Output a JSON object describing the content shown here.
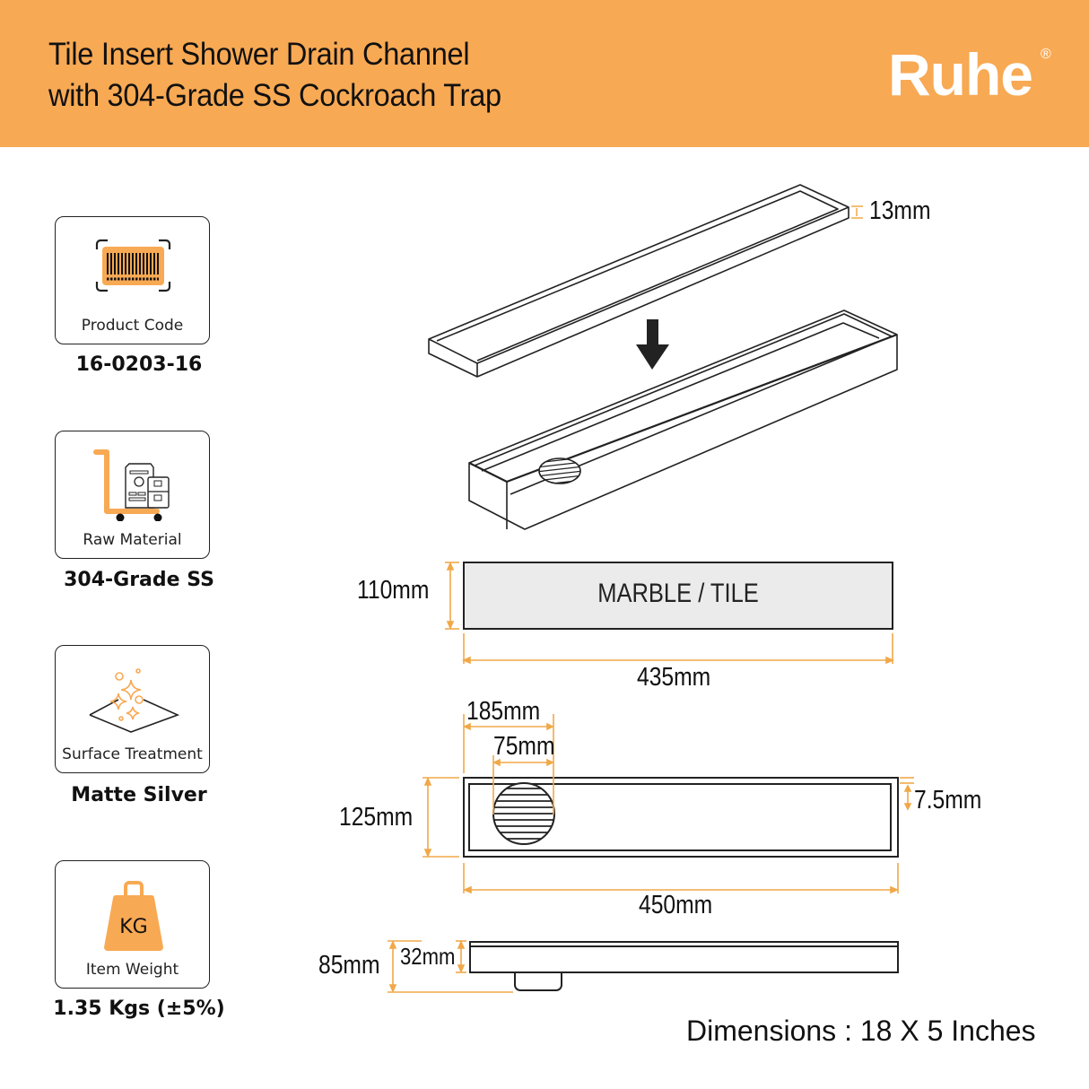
{
  "header": {
    "title_line1": "Tile Insert Shower Drain Channel",
    "title_line2": "with 304-Grade SS Cockroach Trap",
    "brand": "Ruhe",
    "brand_mark": "®",
    "background_color": "#f8a953"
  },
  "specs": [
    {
      "icon": "barcode-icon",
      "label": "Product Code",
      "value": "16-0203-16"
    },
    {
      "icon": "trolley-icon",
      "label": "Raw Material",
      "value": "304-Grade SS"
    },
    {
      "icon": "sparkle-surface-icon",
      "label": "Surface Treatment",
      "value": "Matte Silver"
    },
    {
      "icon": "weight-icon",
      "label": "Item Weight",
      "value": "1.35 Kgs (±5%)",
      "icon_text": "KG"
    }
  ],
  "diagram": {
    "exploded_view": {
      "grate_height": "13mm"
    },
    "tile_insert": {
      "label": "MARBLE / TILE",
      "height": "110mm",
      "width": "435mm"
    },
    "top_view": {
      "outlet_offset": "185mm",
      "outlet_diameter": "75mm",
      "width": "125mm",
      "length": "450mm",
      "rim": "7.5mm"
    },
    "side_view": {
      "total_depth": "85mm",
      "channel_depth": "32mm"
    },
    "accent_color": "#f0a848"
  },
  "footer": {
    "dimensions": "Dimensions : 18 X 5 Inches"
  }
}
